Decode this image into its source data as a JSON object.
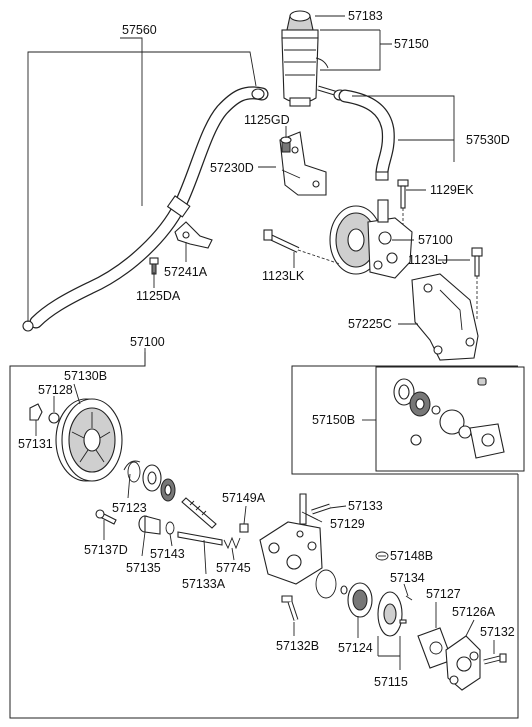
{
  "labels": {
    "p57560": "57560",
    "p57183": "57183",
    "p57150": "57150",
    "p1125GD": "1125GD",
    "p57530D": "57530D",
    "p57230D": "57230D",
    "p1129EK": "1129EK",
    "p57100_top": "57100",
    "p1123LJ": "1123LJ",
    "p1123LK": "1123LK",
    "p57241A": "57241A",
    "p1125DA": "1125DA",
    "p57225C": "57225C",
    "p57100_section": "57100",
    "p57130B": "57130B",
    "p57128": "57128",
    "p57131": "57131",
    "p57150B": "57150B",
    "p57149A": "57149A",
    "p57133": "57133",
    "p57123": "57123",
    "p57129": "57129",
    "p57137D": "57137D",
    "p57143": "57143",
    "p57135": "57135",
    "p57745": "57745",
    "p57133A": "57133A",
    "p57148B": "57148B",
    "p57134": "57134",
    "p57127": "57127",
    "p57126A": "57126A",
    "p57132": "57132",
    "p57132B": "57132B",
    "p57124": "57124",
    "p57115": "57115"
  }
}
